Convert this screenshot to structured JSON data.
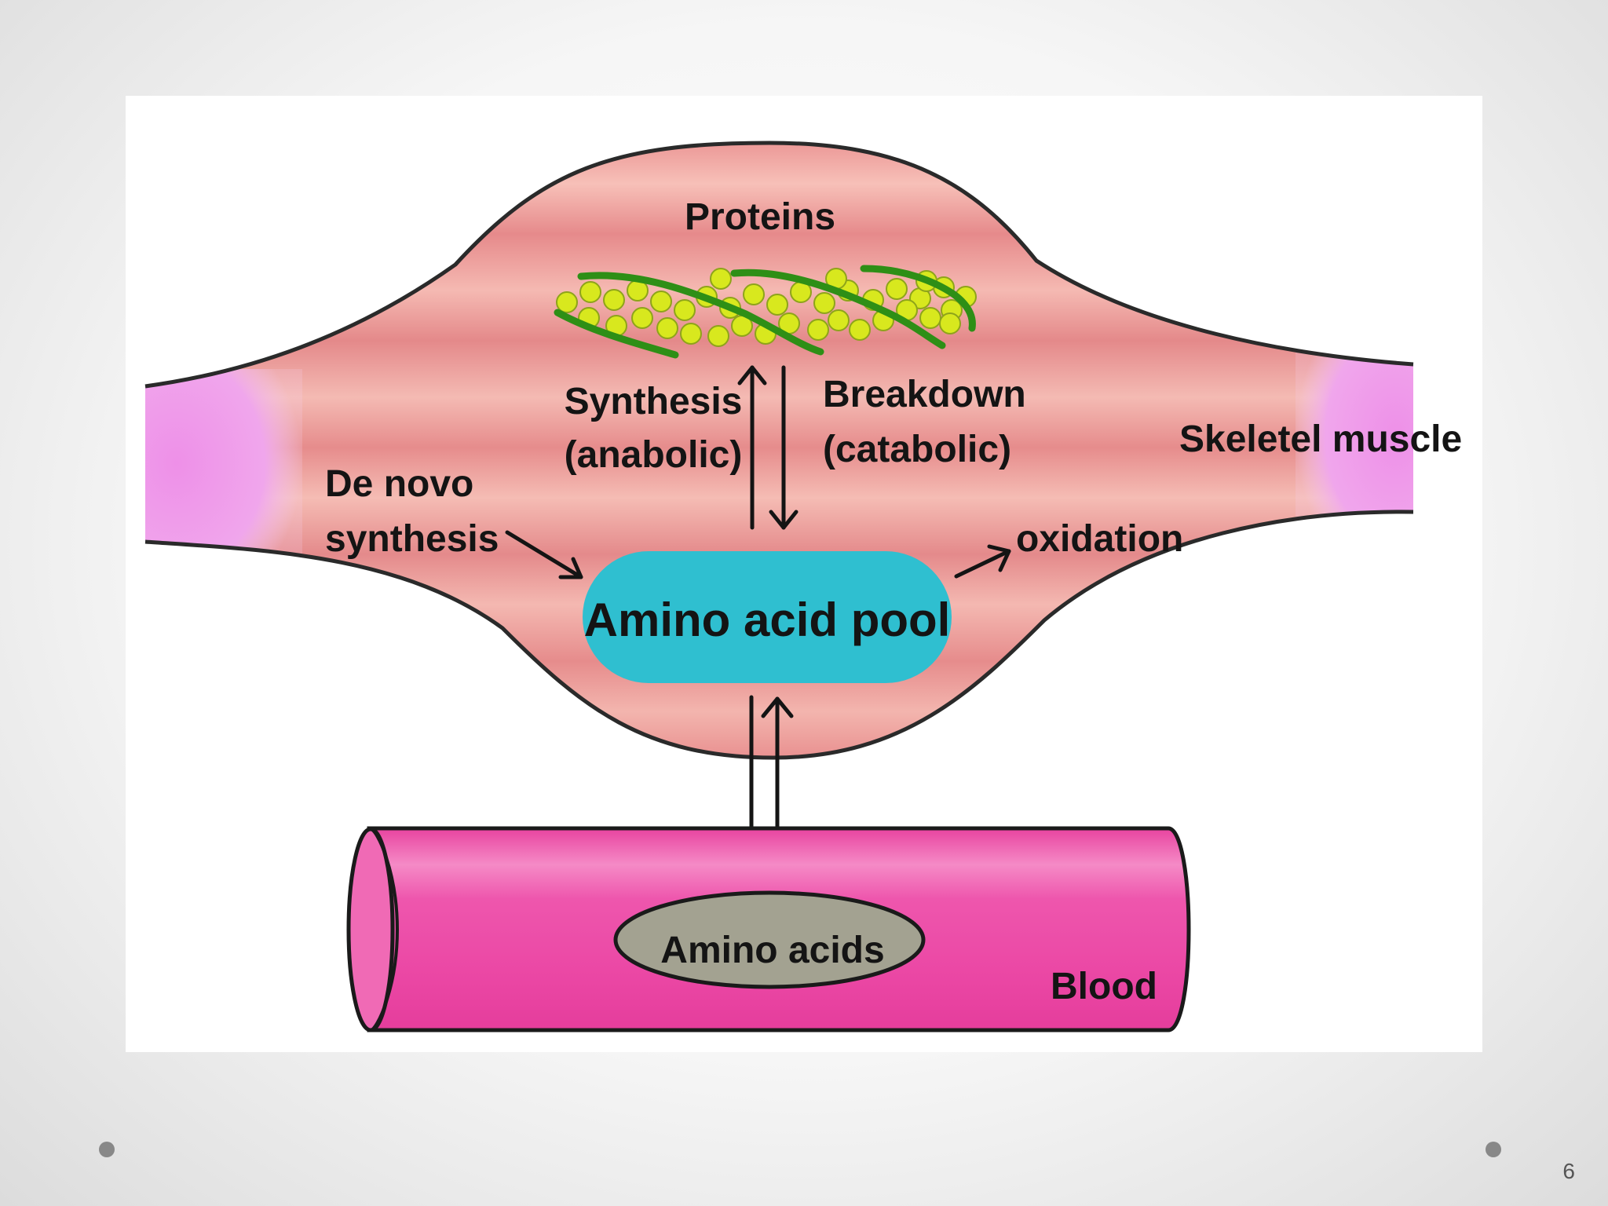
{
  "labels": {
    "proteins": "Proteins",
    "synthesis_line1": "Synthesis",
    "synthesis_line2": "(anabolic)",
    "breakdown_line1": "Breakdown",
    "breakdown_line2": "(catabolic)",
    "skeletal_muscle": "Skeletel muscle",
    "de_novo_line1": "De novo",
    "de_novo_line2": "synthesis",
    "oxidation": "oxidation",
    "amino_acid_pool": "Amino acid pool",
    "amino_acids": "Amino acids",
    "blood": "Blood"
  },
  "page_number": "6",
  "colors": {
    "muscle": "#e58d8d",
    "muscle_band": "#f4b7b1",
    "tendon": "#ec8fe6",
    "pool": "#2fbfd0",
    "vessel": "#ee4ea9",
    "amino_acids_ellipse": "#a3a291",
    "protein_beads": "#d8e81e",
    "protein_strand": "#2e8f16",
    "slide_dot": "#888888"
  }
}
